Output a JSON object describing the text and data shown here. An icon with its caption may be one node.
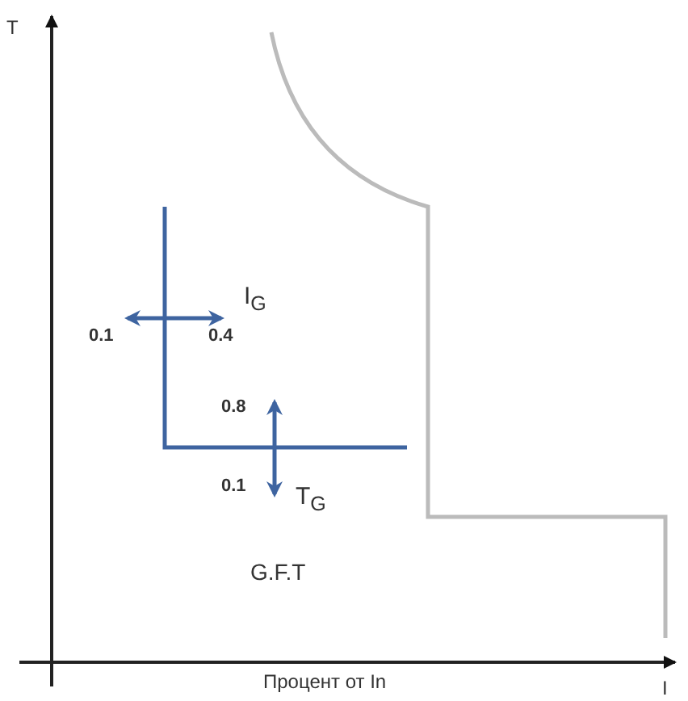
{
  "diagram": {
    "labels": [
      "T",
      "I$_{G}$",
      "0.1",
      "0.4",
      "0.8",
      "0.1",
      "T$_{G}$",
      "G.F.T",
      "Процент от In",
      "I"
    ]
  }
}
